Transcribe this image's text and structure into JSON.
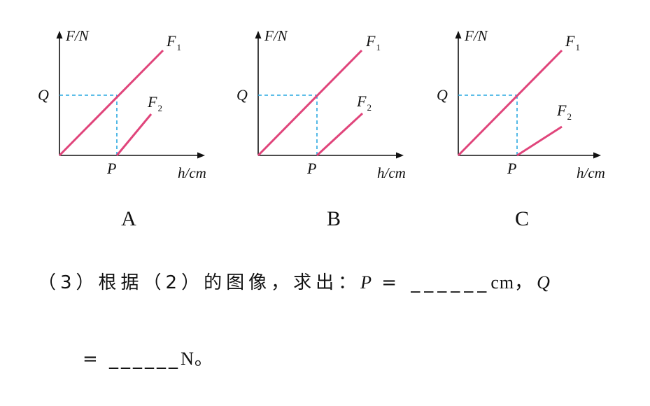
{
  "graphs": [
    {
      "caption": "A",
      "y_axis_label": "F/N",
      "x_axis_label": "h/cm",
      "point_p_label": "P",
      "point_q_label": "Q",
      "line1_label": "F",
      "line1_sub": "1",
      "line2_label": "F",
      "line2_sub": "2"
    },
    {
      "caption": "B",
      "y_axis_label": "F/N",
      "x_axis_label": "h/cm",
      "point_p_label": "P",
      "point_q_label": "Q",
      "line1_label": "F",
      "line1_sub": "1",
      "line2_label": "F",
      "line2_sub": "2"
    },
    {
      "caption": "C",
      "y_axis_label": "F/N",
      "x_axis_label": "h/cm",
      "point_p_label": "P",
      "point_q_label": "Q",
      "line1_label": "F",
      "line1_sub": "1",
      "line2_label": "F",
      "line2_sub": "2"
    }
  ],
  "colors": {
    "line": "#e0457b",
    "dash": "#29a8e0",
    "axis": "#111111"
  },
  "question": {
    "line1_prefix": "（3）根据（2）的图像，求出：",
    "p_symbol": "P",
    "eq1": " = ______",
    "unit1": "cm",
    "comma": "，",
    "q_symbol": "Q",
    "line2_eq": "= ______",
    "unit2": "N",
    "end": "。"
  }
}
